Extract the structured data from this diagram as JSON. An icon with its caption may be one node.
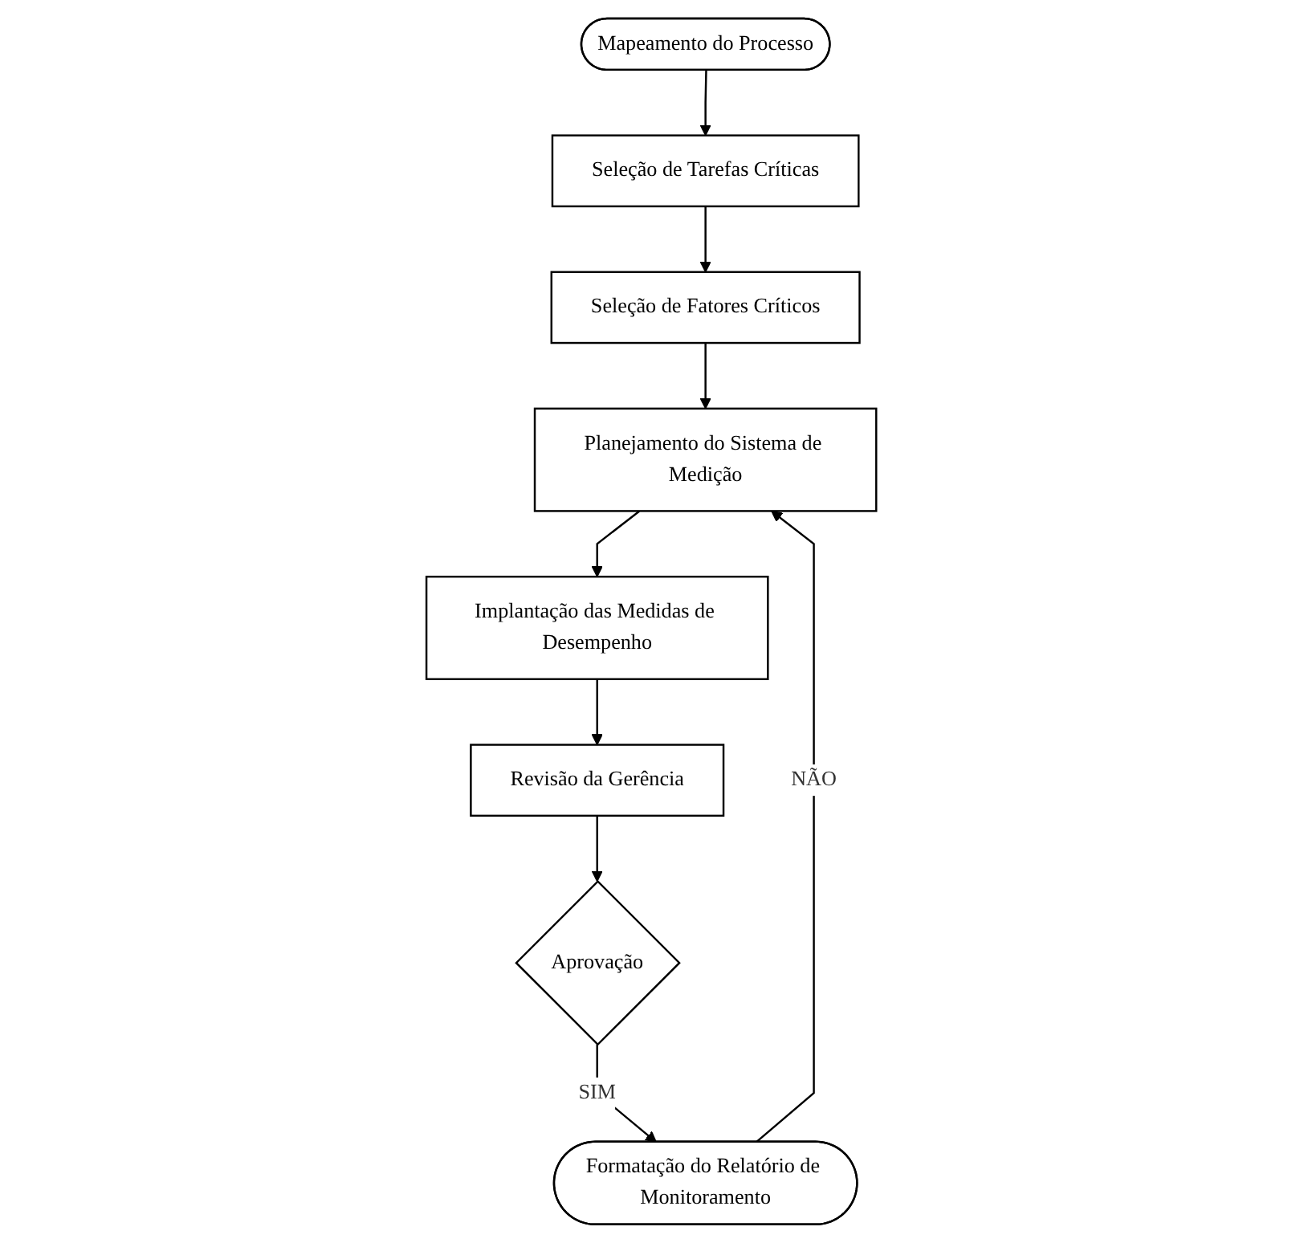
{
  "diagram": {
    "nodes": [
      {
        "text": [
          "Mapeamento do Processo"
        ]
      },
      {
        "text": [
          "Seleção de Tarefas Críticas"
        ]
      },
      {
        "text": [
          "Seleção de Fatores Críticos"
        ]
      },
      {
        "text": [
          "Planejamento do Sistema de Medição"
        ]
      },
      {
        "text": [
          "Implantação das Medidas de Desempenho"
        ]
      },
      {
        "text": [
          "Revisão da Gerência"
        ]
      },
      {
        "text": [
          "Aprovação"
        ]
      },
      {
        "text": [
          "Formatação do Relatório de Monitoramento"
        ]
      }
    ],
    "edges": [
      {
        "from": 0,
        "to": 1,
        "arrow": "to"
      },
      {
        "from": 1,
        "to": 2,
        "arrow": "to"
      },
      {
        "from": 2,
        "to": 3,
        "arrow": "to"
      },
      {
        "from": 3,
        "to": 4,
        "arrow": "to"
      },
      {
        "from": 4,
        "to": 5,
        "arrow": "to"
      },
      {
        "from": 5,
        "to": 6,
        "arrow": "to"
      },
      {
        "from": 6,
        "to": 7,
        "arrow": "to",
        "label": "SIM"
      },
      {
        "from": 7,
        "to": 3,
        "arrow": "to",
        "label": "NÃO"
      }
    ]
  }
}
